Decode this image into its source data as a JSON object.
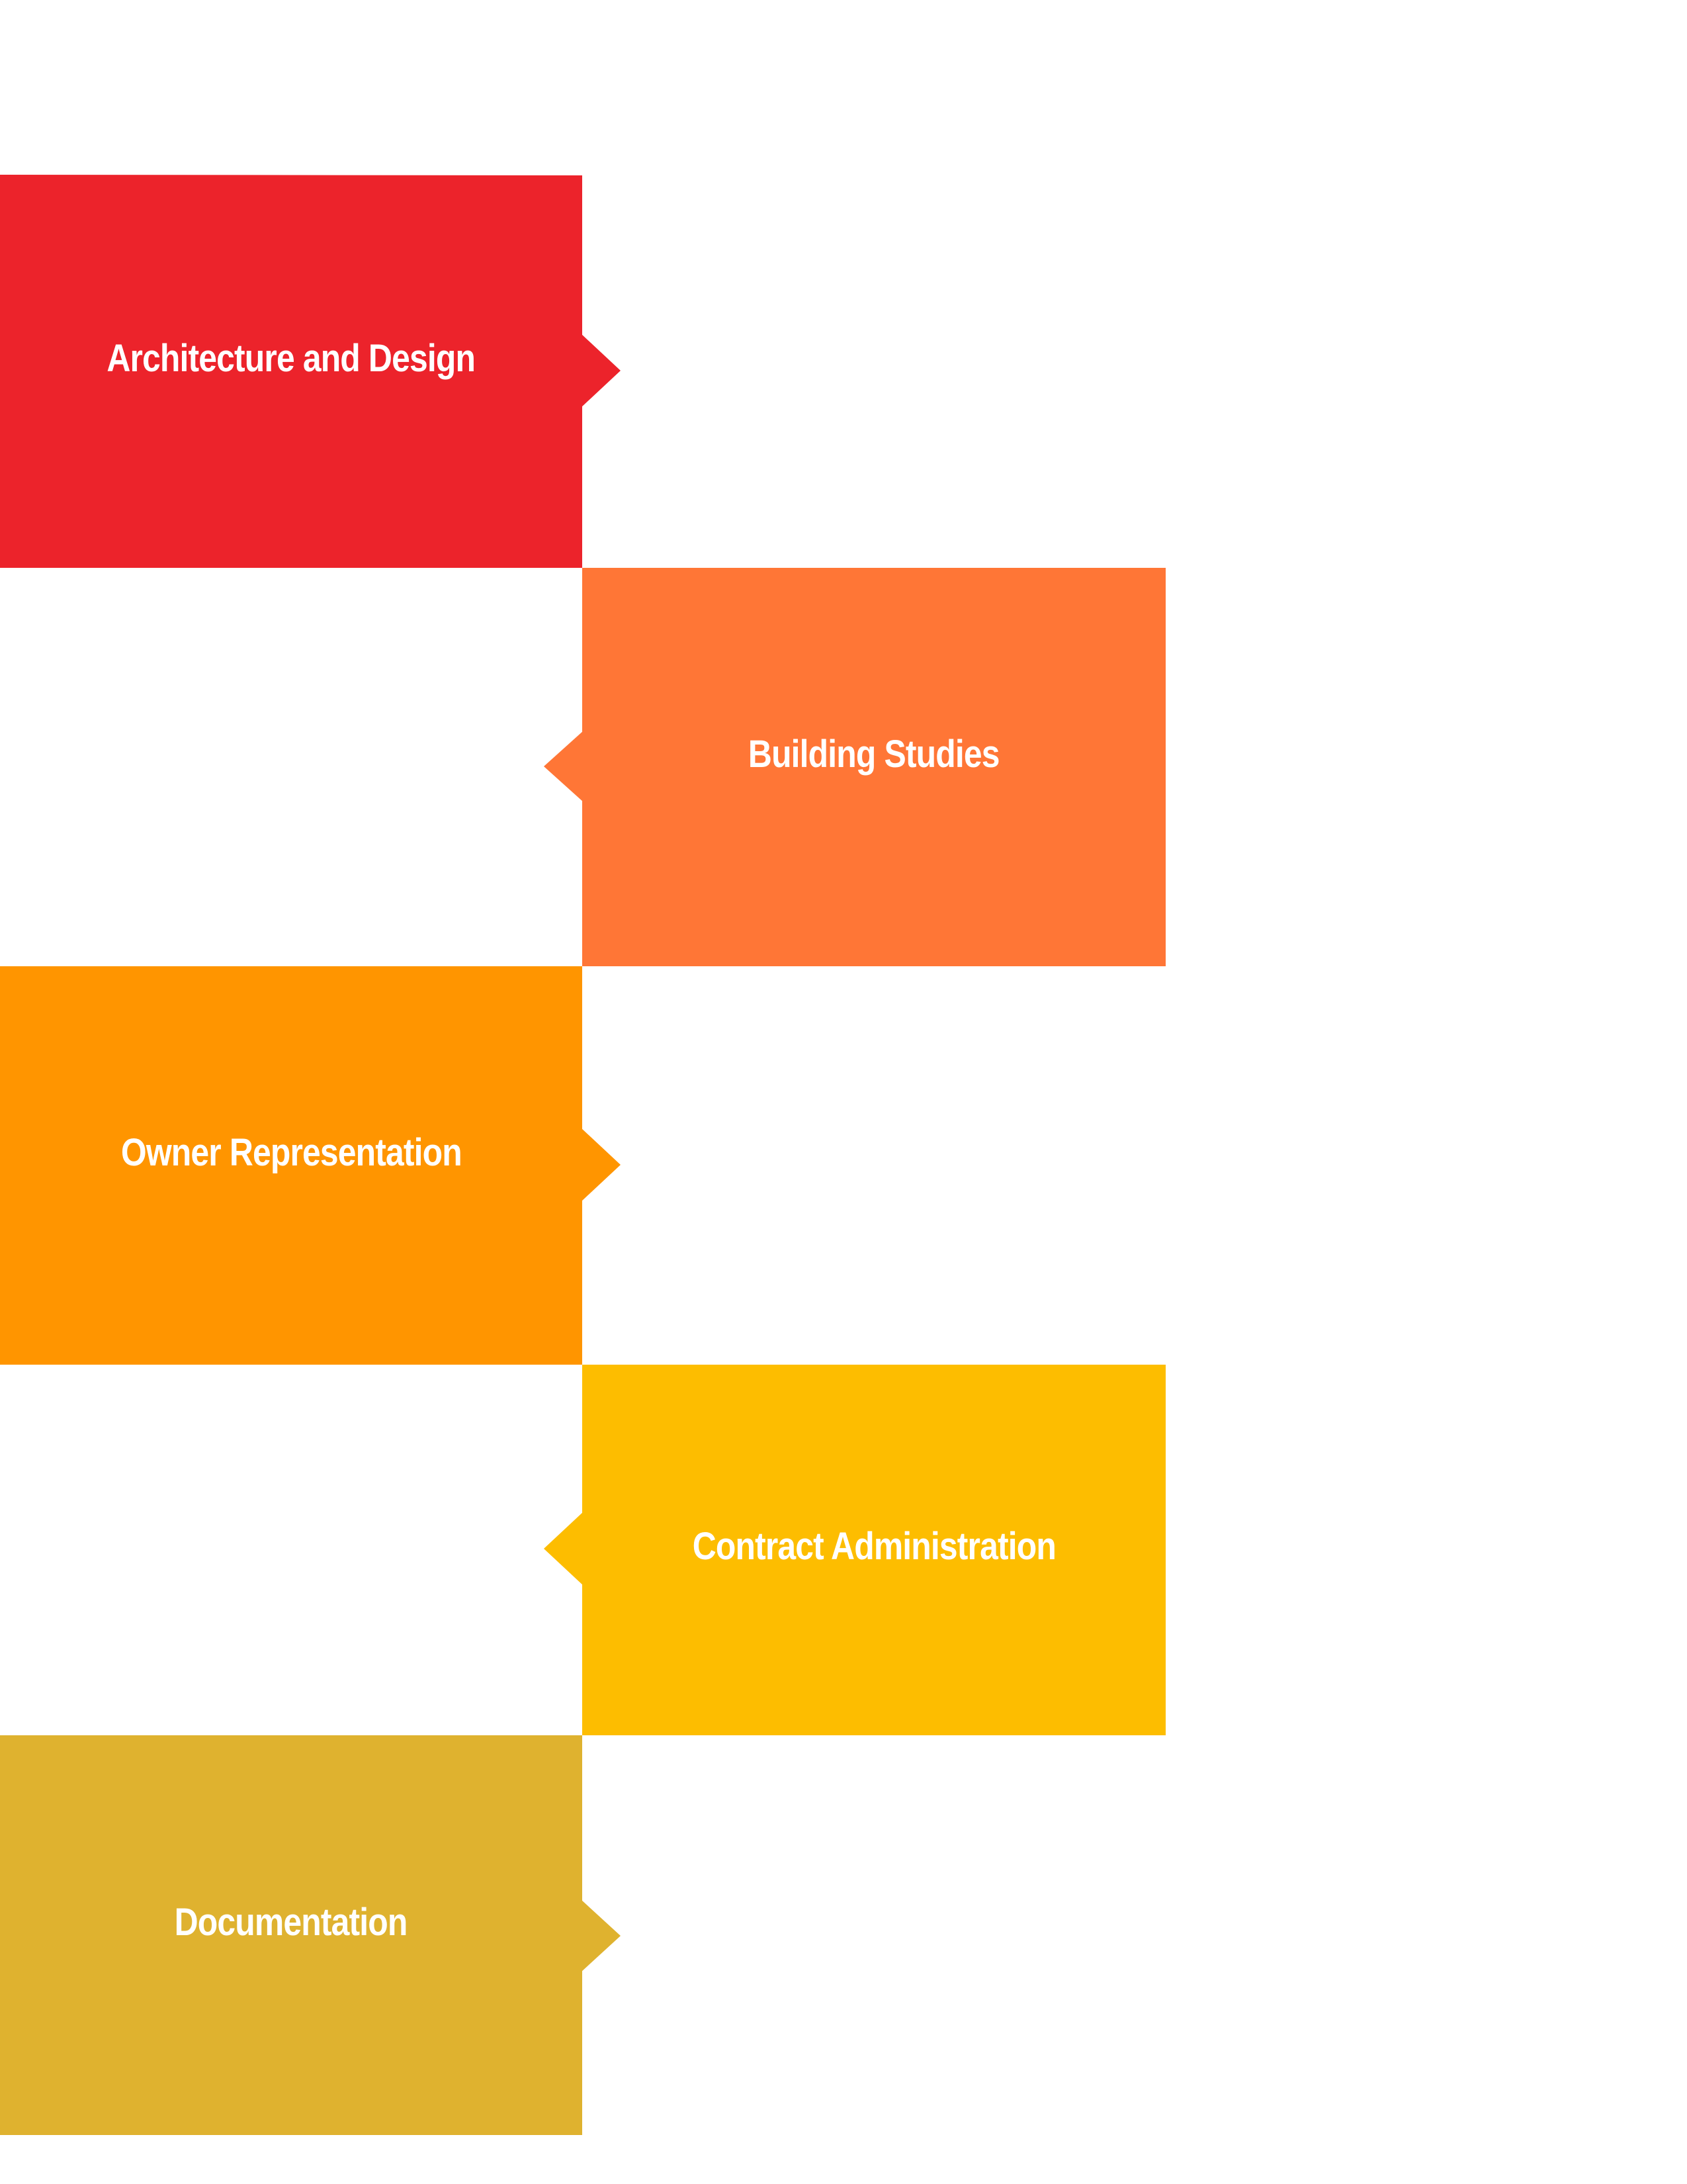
{
  "colors": {
    "architecture": "#EC232B",
    "building_studies": "#FF7636",
    "owner_representation": "#FF9500",
    "contract_administration": "#FDBD00",
    "documentation": "#DFB22F"
  },
  "services": [
    {
      "label": "Architecture and Design"
    },
    {
      "label": "Building Studies"
    },
    {
      "label": "Owner Representation"
    },
    {
      "label": "Contract Administration"
    },
    {
      "label": "Documentation"
    }
  ]
}
